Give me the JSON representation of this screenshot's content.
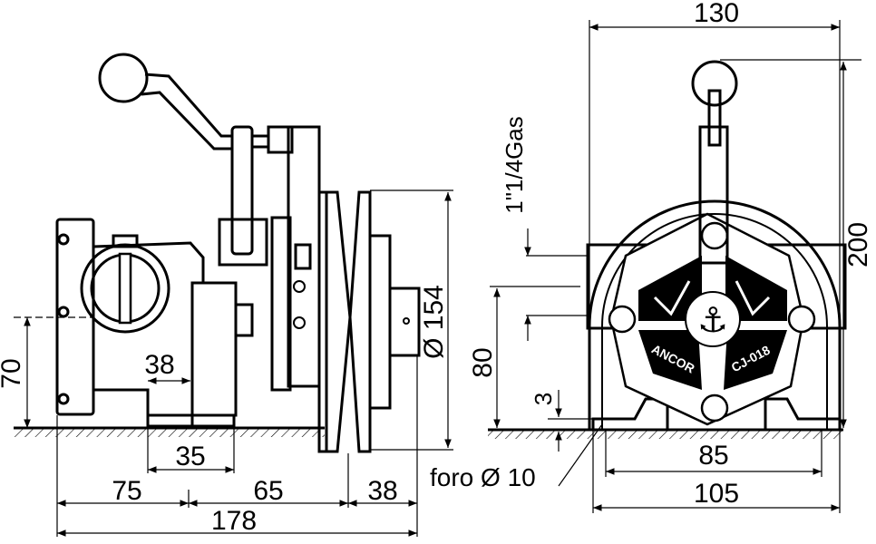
{
  "side_view": {
    "dim_70": "70",
    "dim_38_small": "38",
    "dim_35": "35",
    "dim_75": "75",
    "dim_65": "65",
    "dim_38_bottom": "38",
    "dim_178": "178",
    "dim_154": "Ø 154"
  },
  "front_view": {
    "dim_130": "130",
    "dim_200": "200",
    "dim_gas": "1\"1/4Gas",
    "dim_80": "80",
    "dim_3": "3",
    "dim_85": "85",
    "dim_105": "105",
    "hole_label": "foro Ø 10",
    "plate_brand": "ANCOR",
    "plate_model": "CJ-018"
  }
}
